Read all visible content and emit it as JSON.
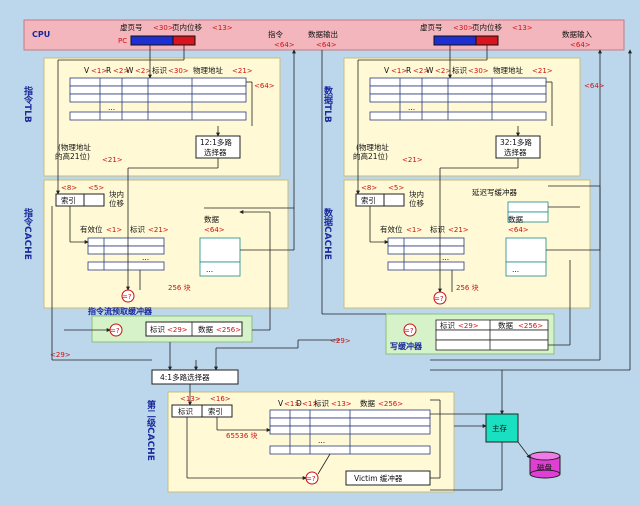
{
  "cpu": {
    "label": "CPU",
    "pc": "PC",
    "vpage_left": "虚页号",
    "vpage_left_bits": "<30>",
    "offset_left": "页内位移",
    "offset_left_bits": "<13>",
    "vpage_right": "虚页号",
    "vpage_right_bits": "<30>",
    "offset_right": "页内位移",
    "offset_right_bits": "<13>",
    "instr": "指令",
    "instr_bits": "<64>",
    "data_out": "数据输出",
    "data_out_bits": "<64>",
    "data_in": "数据输入",
    "data_in_bits": "<64>",
    "bus64": "<64>"
  },
  "itlb": {
    "title": "指令TLB",
    "fields": [
      "V",
      "<1>",
      "R",
      "<2>",
      "W",
      "<2>",
      "标识",
      "<30>",
      "物理地址",
      "<21>"
    ],
    "dots": "...",
    "mux": [
      "12:1多路",
      "选择器"
    ],
    "note": [
      "(物理地址",
      "的高21位)"
    ],
    "bits21": "<21>"
  },
  "dtlb": {
    "title": "数据TLB",
    "fields": [
      "V",
      "<1>",
      "R",
      "<2>",
      "W",
      "<2>",
      "标识",
      "<30>",
      "物理地址",
      "<21>"
    ],
    "dots": "...",
    "mux": [
      "32:1多路",
      "选择器"
    ],
    "note": [
      "(物理地址",
      "的高21位)"
    ],
    "bits21": "<21>"
  },
  "icache": {
    "title": "指令CACHE",
    "index": "索引",
    "index_bits": "<8>",
    "offset": [
      "块内",
      "位移"
    ],
    "offset_bits": "<5>",
    "valid": "有效位",
    "valid_bits": "<1>",
    "tag": "标识",
    "tag_bits": "<21>",
    "data": "数据",
    "data_bits": "<64>",
    "blocks": "256 块",
    "eq": "=?",
    "dots": "..."
  },
  "dcache": {
    "title": "数据CACHE",
    "index": "索引",
    "index_bits": "<8>",
    "offset": [
      "块内",
      "位移"
    ],
    "offset_bits": "<5>",
    "delay_buf": "延迟写缓冲器",
    "valid": "有效位",
    "valid_bits": "<1>",
    "tag": "标识",
    "tag_bits": "<21>",
    "data": "数据",
    "data_bits": "<64>",
    "blocks": "256 块",
    "eq": "=?",
    "dots": "..."
  },
  "prefetch": {
    "title": "指令流预取缓冲器",
    "tag": "标识",
    "tag_bits": "<29>",
    "data": "数据",
    "data_bits": "<256>",
    "eq": "=?"
  },
  "writebuf": {
    "title": "写缓冲器",
    "tag": "标识",
    "tag_bits": "<29>",
    "data": "数据",
    "data_bits": "<256>",
    "eq": "=?"
  },
  "mux41": {
    "label": "4:1多路选择器",
    "bits29": "<29>"
  },
  "l2": {
    "title": "第二级CACHE",
    "tag": "标识",
    "tag_bits": "<13>",
    "index": "索引",
    "index_bits": "<16>",
    "fields": [
      "V",
      "<1>",
      "D",
      "<1>",
      "标识",
      "<13>",
      "数据",
      "<256>"
    ],
    "blocks": "65536 块",
    "victim": "Victim 缓冲器",
    "eq": "=?",
    "dots": "..."
  },
  "memory": {
    "main": "主存",
    "disk": "磁盘"
  }
}
